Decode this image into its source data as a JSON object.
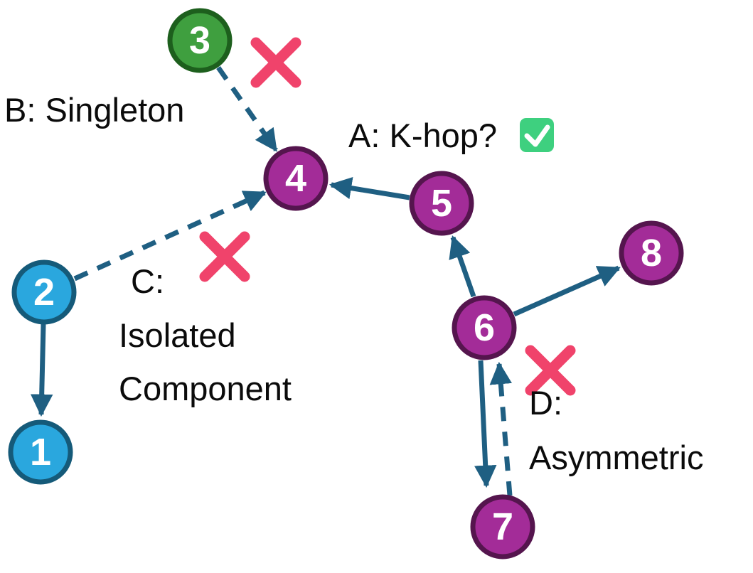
{
  "diagram": {
    "type": "directed-graph-motif-diagram",
    "nodes": {
      "n1": {
        "label": "1",
        "color": "blue"
      },
      "n2": {
        "label": "2",
        "color": "blue"
      },
      "n3": {
        "label": "3",
        "color": "green"
      },
      "n4": {
        "label": "4",
        "color": "purple"
      },
      "n5": {
        "label": "5",
        "color": "purple"
      },
      "n6": {
        "label": "6",
        "color": "purple"
      },
      "n7": {
        "label": "7",
        "color": "purple"
      },
      "n8": {
        "label": "8",
        "color": "purple"
      }
    },
    "edges": [
      {
        "from": "2",
        "to": "1",
        "style": "solid"
      },
      {
        "from": "5",
        "to": "4",
        "style": "solid"
      },
      {
        "from": "6",
        "to": "5",
        "style": "solid"
      },
      {
        "from": "6",
        "to": "8",
        "style": "solid"
      },
      {
        "from": "6",
        "to": "7",
        "style": "solid"
      },
      {
        "from": "3",
        "to": "4",
        "style": "dashed",
        "marked": "rejected"
      },
      {
        "from": "2",
        "to": "4",
        "style": "dashed",
        "marked": "rejected"
      },
      {
        "from": "7",
        "to": "6",
        "style": "dashed",
        "marked": "rejected"
      }
    ],
    "annotations": {
      "a": "A: K-hop?",
      "b": "B: Singleton",
      "c1": "C:",
      "c2": "Isolated",
      "c3": "Component",
      "d1": "D:",
      "d2": "Asymmetric"
    },
    "icons": {
      "accepted": "checkmark-icon",
      "rejected": "x-mark-icon"
    },
    "colors": {
      "node_blue": "#2AA7DE",
      "node_blue_border": "#155A79",
      "node_green": "#3F9F3F",
      "node_green_border": "#1D5F1D",
      "node_purple": "#A32C98",
      "node_purple_border": "#55154E",
      "arrow": "#1F5F82",
      "x_mark": "#F0436B",
      "check_green": "#3ED07F"
    }
  }
}
